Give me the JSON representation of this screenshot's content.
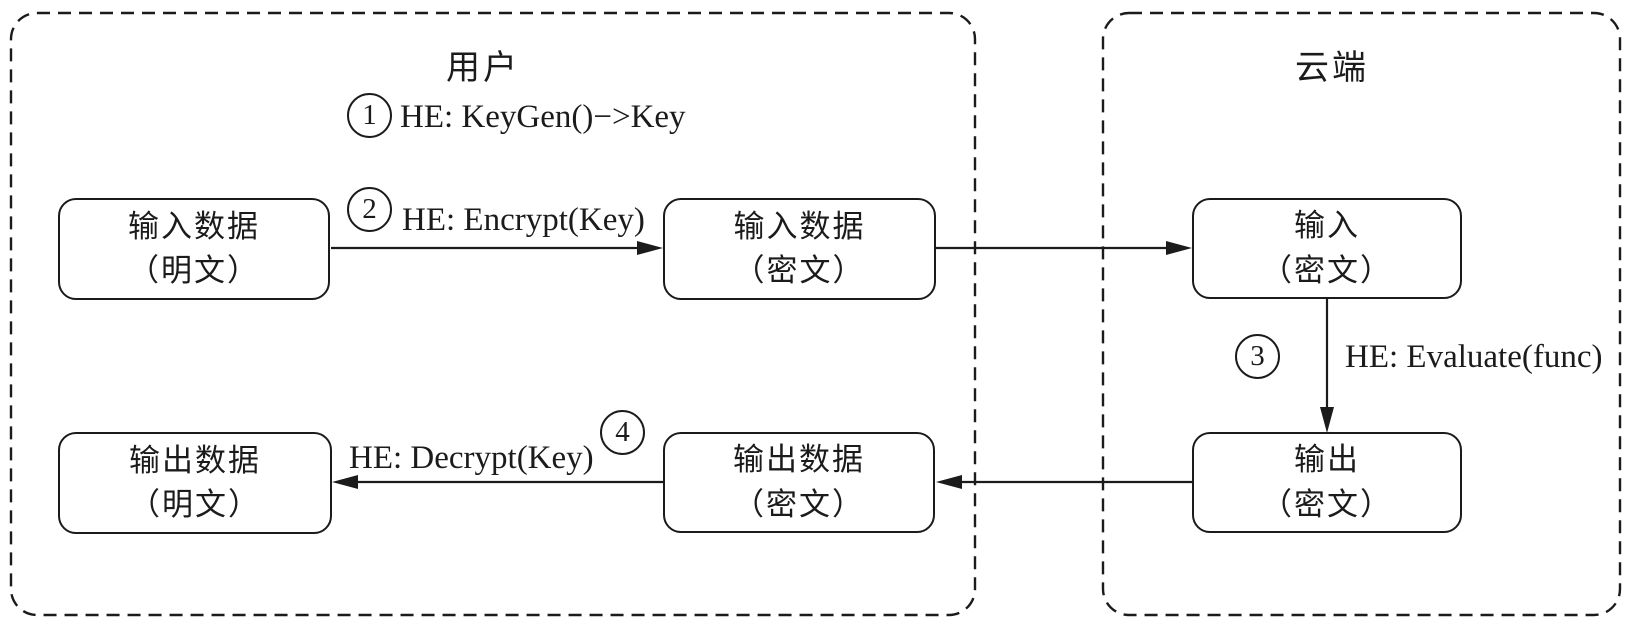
{
  "regions": {
    "user": {
      "title": "用户"
    },
    "cloud": {
      "title": "云端"
    }
  },
  "nodes": {
    "input_plain": {
      "line1": "输入数据",
      "line2": "（明文）"
    },
    "input_cipher": {
      "line1": "输入数据",
      "line2": "（密文）"
    },
    "cloud_input_cipher": {
      "line1": "输入",
      "line2": "（密文）"
    },
    "cloud_output_cipher": {
      "line1": "输出",
      "line2": "（密文）"
    },
    "output_cipher": {
      "line1": "输出数据",
      "line2": "（密文）"
    },
    "output_plain": {
      "line1": "输出数据",
      "line2": "（明文）"
    }
  },
  "steps": {
    "keygen": {
      "number": "1",
      "label": "HE: KeyGen()−>Key"
    },
    "encrypt": {
      "number": "2",
      "label": "HE: Encrypt(Key)"
    },
    "evaluate": {
      "number": "3",
      "label": "HE: Evaluate(func)"
    },
    "decrypt": {
      "number": "4",
      "label": "HE: Decrypt(Key)"
    }
  },
  "colors": {
    "line": "#1b1b1b",
    "background": "#ffffff"
  }
}
